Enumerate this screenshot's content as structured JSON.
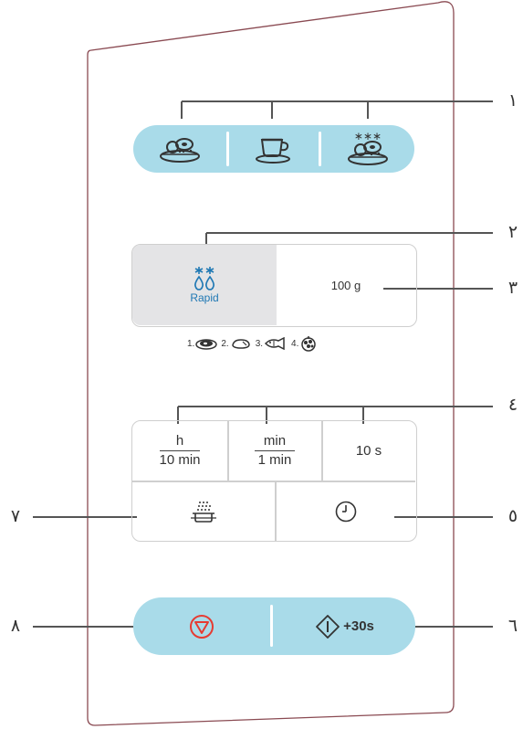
{
  "callouts": {
    "c1": "١",
    "c2": "٢",
    "c3": "٣",
    "c4": "٤",
    "c5": "٥",
    "c6": "٦",
    "c7": "٧",
    "c8": "٨"
  },
  "program_buttons": {
    "items": [
      {
        "icon": "meat-plate-icon"
      },
      {
        "icon": "coffee-cup-icon"
      },
      {
        "icon": "frozen-meal-icon"
      }
    ]
  },
  "defrost": {
    "label": "Rapid",
    "weight": "100 g",
    "steps": [
      {
        "num": "1.",
        "icon": "meat-icon"
      },
      {
        "num": "2.",
        "icon": "poultry-icon"
      },
      {
        "num": "3.",
        "icon": "fish-icon"
      },
      {
        "num": "4.",
        "icon": "vegetables-icon"
      }
    ]
  },
  "time": {
    "hours_top": "h",
    "hours_bottom": "10 min",
    "minutes_top": "min",
    "minutes_bottom": "1 min",
    "seconds": "10 s"
  },
  "start": {
    "label": "+30s"
  },
  "colors": {
    "pill": "#a9dbe9",
    "stop": "#e63b32",
    "rapid_blue": "#1f78b4",
    "frame": "#8a4a52",
    "selected_cell": "#e4e4e6"
  }
}
